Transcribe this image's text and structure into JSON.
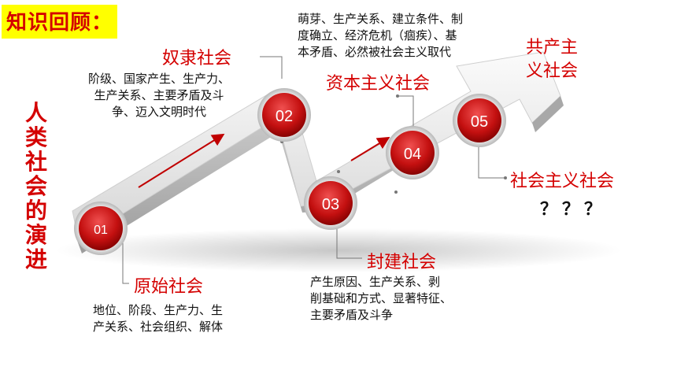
{
  "header": {
    "title": "知识回顾："
  },
  "side_title": [
    "人",
    "类",
    "社",
    "会",
    "的",
    "演",
    "进"
  ],
  "stages": [
    {
      "num": "01",
      "name": "原始社会",
      "desc": [
        "地位、阶段、生产力、生",
        "产关系、社会组织、解体"
      ]
    },
    {
      "num": "02",
      "name": "奴隶社会",
      "desc": [
        "阶级、国家产生、生产力、",
        "生产关系、主要矛盾及斗",
        "争、迈入文明时代"
      ]
    },
    {
      "num": "03",
      "name": "封建社会",
      "desc": [
        "产生原因、生产关系、剥",
        "削基础和方式、显著特征、",
        "主要矛盾及斗争"
      ]
    },
    {
      "num": "04",
      "name": "资本主义社会",
      "desc": [
        "萌芽、生产关系、建立条件、制",
        "度确立、经济危机（痼疾）、基",
        "本矛盾、必然被社会主义取代"
      ]
    },
    {
      "num": "05",
      "name": "社会主义社会",
      "extra": "？？？"
    }
  ],
  "final_stage": [
    "共产主",
    "义社会"
  ],
  "colors": {
    "accent": "#d40000",
    "highlight": "#ffff00",
    "arrow": "#e2e2e2"
  }
}
